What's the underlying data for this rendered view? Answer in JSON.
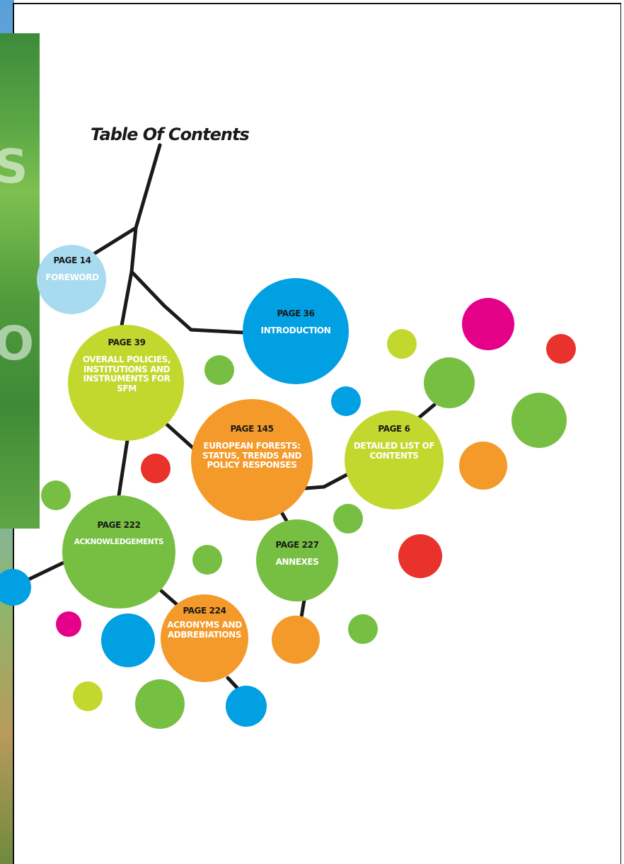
{
  "toc": {
    "title": "Table Of Contents",
    "entries": [
      {
        "page": "PAGE 14",
        "section": "FOREWORD",
        "color": "#a8dbef"
      },
      {
        "page": "PAGE 36",
        "section": "INTRODUCTION",
        "color": "#00a0e3"
      },
      {
        "page": "PAGE 39",
        "section": "OVERALL POLICIES, INSTITUTIONS AND INSTRUMENTS FOR SFM",
        "color": "#c3d82e"
      },
      {
        "page": "PAGE 145",
        "section": "EUROPEAN FORESTS: STATUS, TRENDS AND POLICY RESPONSES",
        "color": "#f49a2a"
      },
      {
        "page": "PAGE 6",
        "section": "DETAILED LIST OF CONTENTS",
        "color": "#c3d82e"
      },
      {
        "page": "PAGE 222",
        "section": "ACKNOWLEDGEMENTS",
        "color": "#76bf43"
      },
      {
        "page": "PAGE 227",
        "section": "ANNEXES",
        "color": "#76bf43"
      },
      {
        "page": "PAGE 224",
        "section": "ACRONYMS AND ADBREBIATIONS",
        "color": "#f49a2a"
      }
    ]
  },
  "palette": {
    "green": "#76bf43",
    "lime": "#c3d82e",
    "blue": "#00a0e3",
    "light_blue": "#a8dbef",
    "orange": "#f49a2a",
    "red": "#e8322b",
    "magenta": "#e5008a",
    "line": "#1a1a1a"
  }
}
